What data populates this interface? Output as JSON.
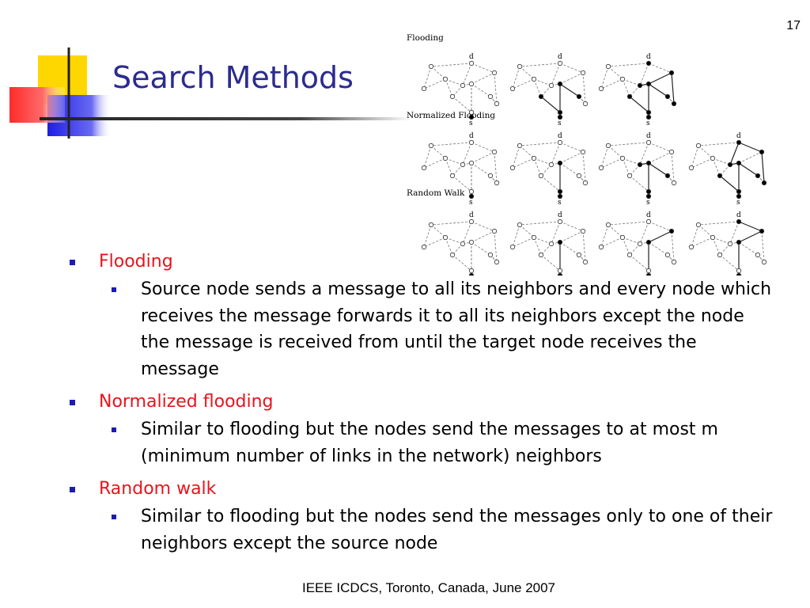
{
  "slide_number": "17",
  "title": "Search Methods",
  "figure": {
    "rows": [
      {
        "label": "Flooding"
      },
      {
        "label": "Normalized Flooding"
      },
      {
        "label": "Random Walk"
      }
    ],
    "destination_label": "d",
    "source_label": "s"
  },
  "bullets": [
    {
      "label": "Flooding",
      "sub": [
        "Source node sends a message to all its neighbors and every node which receives the message forwards it to all its neighbors except the node the message is received from until the target node receives the message"
      ]
    },
    {
      "label": "Normalized flooding",
      "sub": [
        "Similar to flooding but the nodes send the messages to at most m (minimum number of links in the network) neighbors"
      ]
    },
    {
      "label": "Random walk",
      "sub": [
        "Similar to flooding but the nodes send the messages only to one of their neighbors except the source node"
      ]
    }
  ],
  "footer": "IEEE ICDCS, Toronto, Canada, June 2007",
  "colors": {
    "title": "#2b2b8f",
    "level1_text": "#e8141c",
    "bullet": "#1c1cb0",
    "deco_yellow": "#ffd700",
    "deco_red": "#ff3b3b",
    "deco_blue": "#2020e0"
  }
}
